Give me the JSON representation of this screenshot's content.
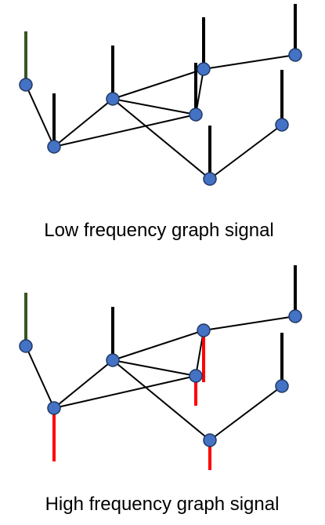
{
  "diagrams": [
    {
      "caption": "Low frequency graph signal",
      "signal_level": "low",
      "nodes": [
        {
          "id": "a",
          "signal": 60,
          "signal_color": "#375623"
        },
        {
          "id": "b",
          "signal": 60,
          "signal_color": "#000000"
        },
        {
          "id": "c",
          "signal": 60,
          "signal_color": "#000000"
        },
        {
          "id": "d",
          "signal": 58,
          "signal_color": "#000000"
        },
        {
          "id": "e",
          "signal": 58,
          "signal_color": "#000000"
        },
        {
          "id": "f",
          "signal": 57,
          "signal_color": "#000000"
        },
        {
          "id": "g",
          "signal": 60,
          "signal_color": "#000000"
        },
        {
          "id": "h",
          "signal": 62,
          "signal_color": "#000000"
        }
      ]
    },
    {
      "caption": "High frequency graph signal",
      "signal_level": "high",
      "nodes": [
        {
          "id": "a",
          "signal": 60,
          "signal_color": "#375623"
        },
        {
          "id": "b",
          "signal": -60,
          "signal_color": "#ff0000"
        },
        {
          "id": "c",
          "signal": 60,
          "signal_color": "#000000"
        },
        {
          "id": "d",
          "signal": -58,
          "signal_color": "#ff0000"
        },
        {
          "id": "e",
          "signal": -30,
          "signal_color": "#ff0000"
        },
        {
          "id": "f",
          "signal": 57,
          "signal_color": "#000000"
        },
        {
          "id": "g",
          "signal": -30,
          "signal_color": "#ff0000"
        },
        {
          "id": "h",
          "signal": 60,
          "signal_color": "#000000"
        }
      ]
    }
  ],
  "edges": [
    [
      "a",
      "b"
    ],
    [
      "b",
      "c"
    ],
    [
      "b",
      "e"
    ],
    [
      "c",
      "d"
    ],
    [
      "c",
      "e"
    ],
    [
      "d",
      "e"
    ],
    [
      "d",
      "f"
    ],
    [
      "c",
      "g"
    ],
    [
      "g",
      "h"
    ]
  ],
  "colors": {
    "node_fill": "#4472c4",
    "node_stroke": "#1f3864",
    "edge": "#000000"
  }
}
